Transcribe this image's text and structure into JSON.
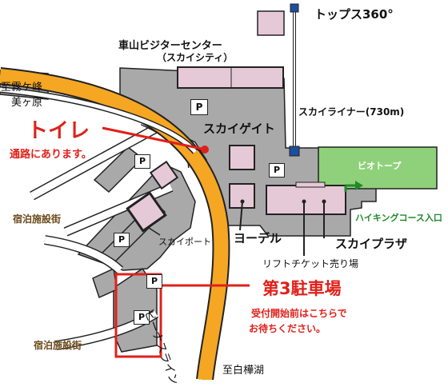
{
  "labels": {
    "tops360": "トップス360°",
    "visitor_center": "車山ビジターセンター",
    "visitor_center_sub": "（スカイシティ）",
    "to_kirigamine": "至霧ケ峰",
    "to_utsukushigahara": "美ヶ原",
    "toilet": "トイレ",
    "toilet_note": "通路にあります。",
    "sky_gate": "スカイゲイト",
    "sky_liner": "スカイライナー(730m)",
    "biotope": "ビオトープ",
    "hiking_entrance": "ハイキングコース入口",
    "lodging_1": "宿泊施設街",
    "lodging_2": "宿泊施設街",
    "sky_port": "スカイポート",
    "yodel": "ヨーデル",
    "sky_plaza": "スカイプラザ",
    "lift_ticket": "リフトチケット売り場",
    "parking_3": "第3駐車場",
    "parking_note_1": "受付開始前はこちらで",
    "parking_note_2": "お待ちください。",
    "venus_line": "ビーナスライン",
    "to_shirakaba": "至白樺湖"
  },
  "parking_symbol": "P",
  "colors": {
    "road": "#f5a623",
    "plaza": "#a9a9a9",
    "building": "#e6c9d6",
    "biotope": "#8fd17a",
    "highlight": "#e0201a",
    "lodging_text": "#6b4a1a",
    "hiking_arrow": "#1f8a2c",
    "lift_node": "#1d4f9e"
  }
}
